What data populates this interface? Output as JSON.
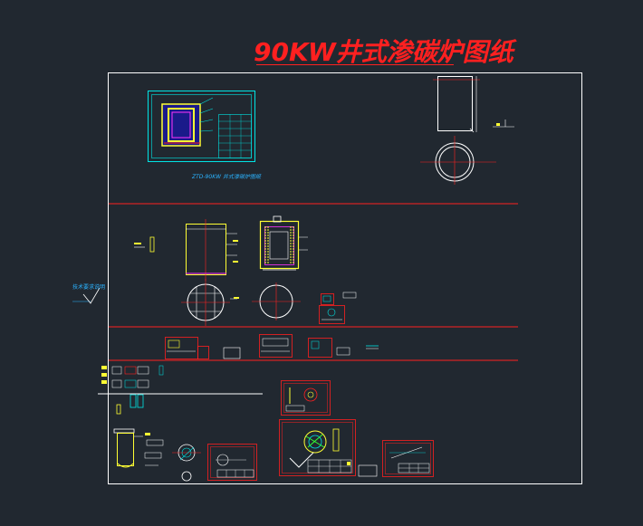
{
  "drawing": {
    "title": "90KW井式渗碳炉图纸",
    "sheet_caption": "ZTD-90KW 井式渗碳炉图纸",
    "side_note": "技术要求说明",
    "colors": {
      "background": "#212830",
      "border": "#ffffff",
      "divider": "#ff2020",
      "title": "#ff2020",
      "cyan": "#00e5e5",
      "yellow": "#ffff33",
      "white": "#ffffff",
      "magenta": "#ff33ff",
      "green": "#33ff33"
    }
  }
}
